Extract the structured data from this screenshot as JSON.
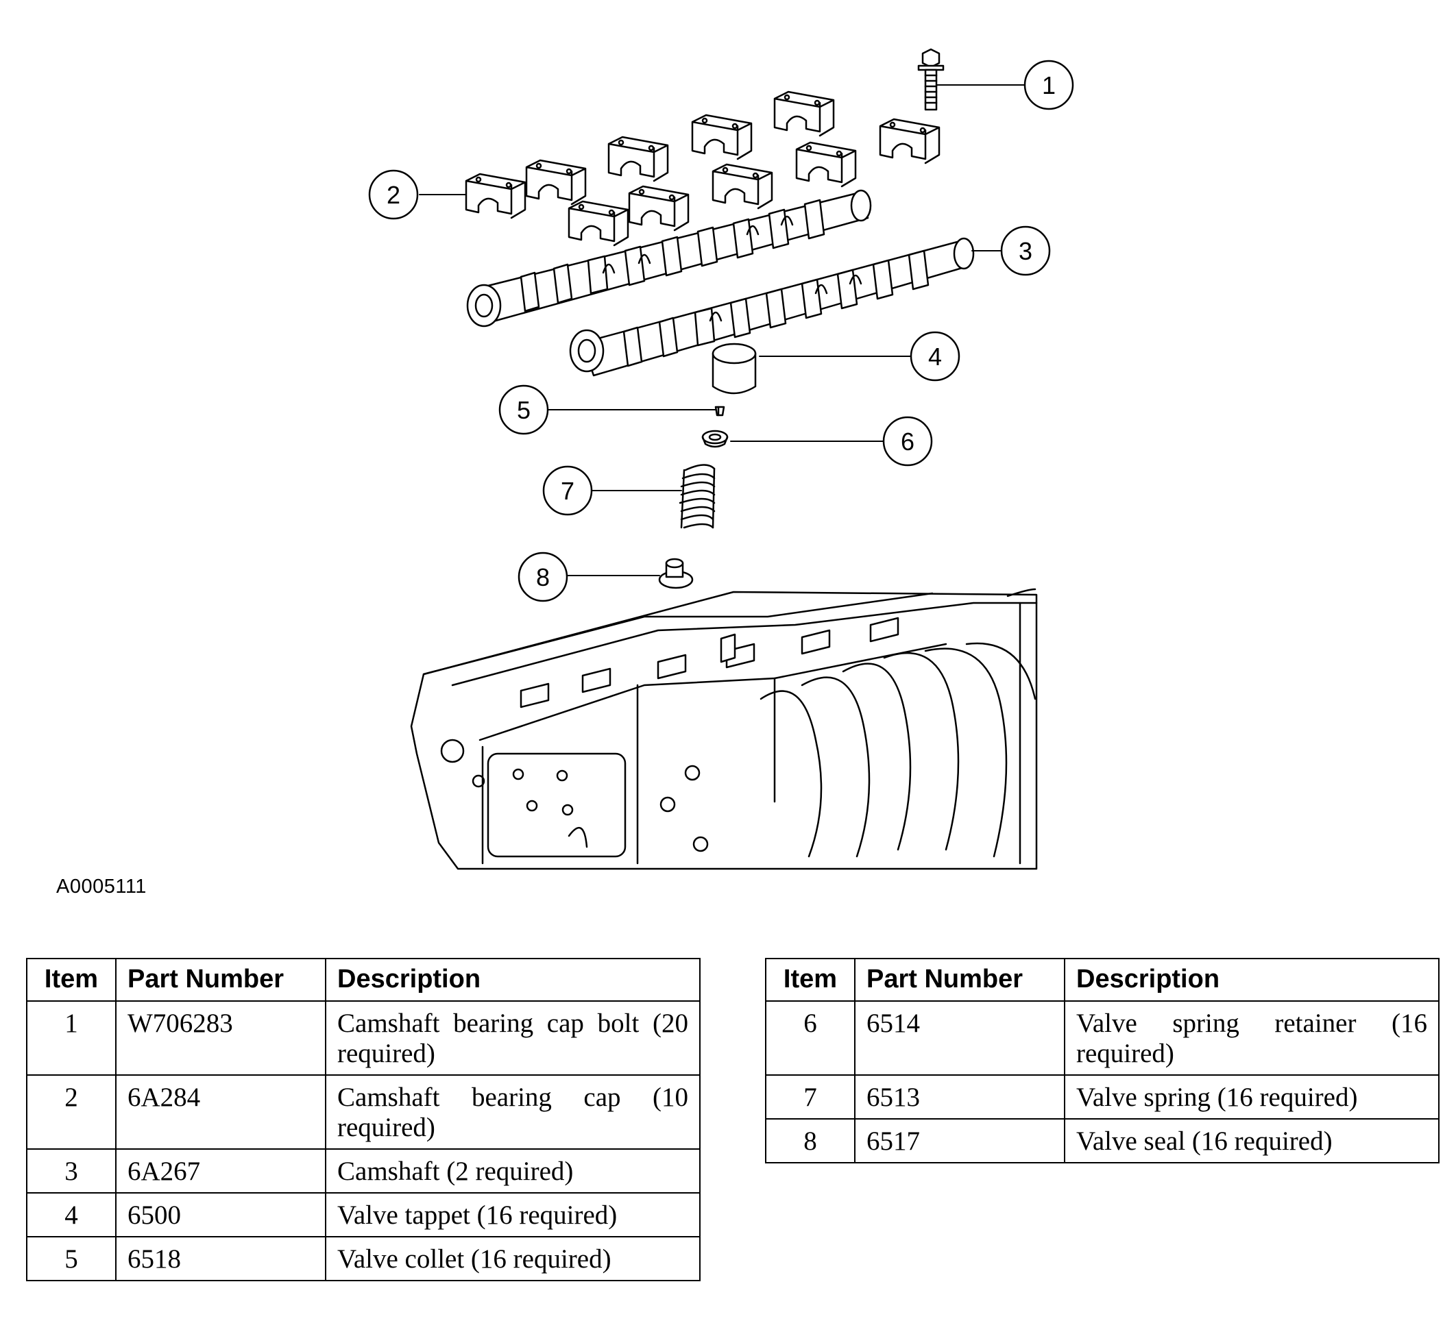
{
  "figure": {
    "id": "A0005111",
    "callouts": [
      "1",
      "2",
      "3",
      "4",
      "5",
      "6",
      "7",
      "8"
    ]
  },
  "table_headers": {
    "item": "Item",
    "part_number": "Part Number",
    "description": "Description"
  },
  "parts_left": [
    {
      "item": "1",
      "part_number": "W706283",
      "description": "Camshaft bearing cap bolt (20 required)"
    },
    {
      "item": "2",
      "part_number": "6A284",
      "description": "Camshaft bearing cap (10 required)"
    },
    {
      "item": "3",
      "part_number": "6A267",
      "description": "Camshaft (2 required)"
    },
    {
      "item": "4",
      "part_number": "6500",
      "description": "Valve tappet (16 required)"
    },
    {
      "item": "5",
      "part_number": "6518",
      "description": "Valve collet (16 required)"
    }
  ],
  "parts_right": [
    {
      "item": "6",
      "part_number": "6514",
      "description": "Valve spring retainer (16 required)"
    },
    {
      "item": "7",
      "part_number": "6513",
      "description": "Valve spring (16 required)"
    },
    {
      "item": "8",
      "part_number": "6517",
      "description": "Valve seal (16 required)"
    }
  ]
}
